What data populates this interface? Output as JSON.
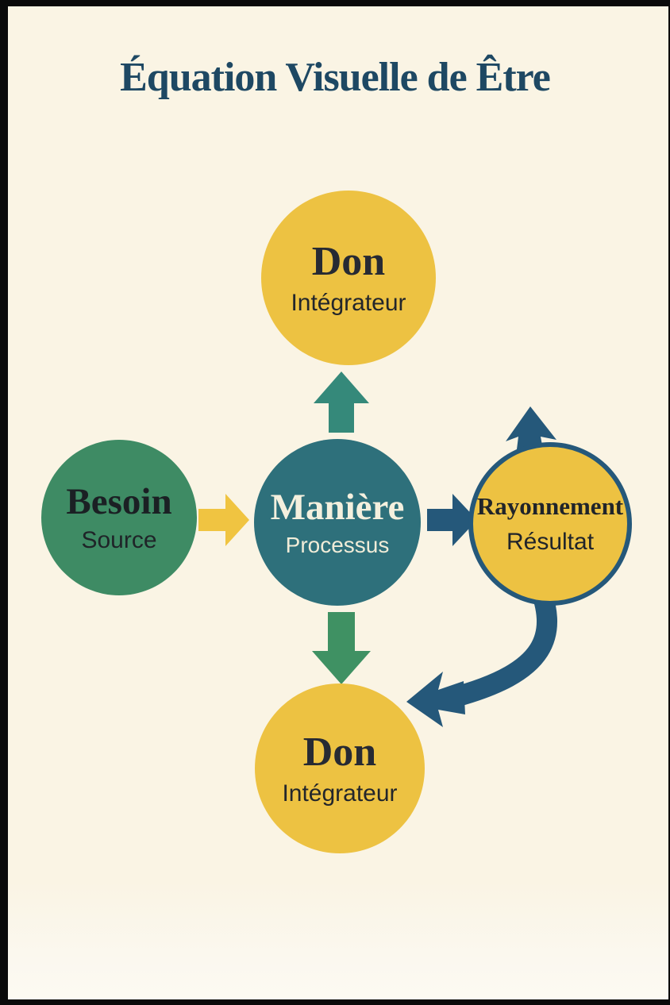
{
  "title": "Équation Visuelle de Être",
  "nodes": {
    "top": {
      "title": "Don",
      "subtitle": "Intégrateur",
      "color": "#edc242",
      "text_color": "#272a33"
    },
    "left": {
      "title": "Besoin",
      "subtitle": "Source",
      "color": "#3e8b64",
      "text_color": "#1b2024"
    },
    "center": {
      "title": "Manière",
      "subtitle": "Processus",
      "color": "#2e707b",
      "text_color": "#f4f0de"
    },
    "right": {
      "title": "Rayonnement",
      "subtitle": "Résultat",
      "color": "#edc242",
      "border_color": "#25587a",
      "text_color": "#20242a"
    },
    "bottom": {
      "title": "Don",
      "subtitle": "Intégrateur",
      "color": "#edc242",
      "text_color": "#272a33"
    }
  },
  "arrows": [
    {
      "name": "besoin-to-maniere",
      "direction": "right",
      "color": "#f0c441"
    },
    {
      "name": "maniere-to-don-top",
      "direction": "up",
      "color": "#35897a"
    },
    {
      "name": "maniere-to-rayonnement",
      "direction": "right",
      "color": "#25587a"
    },
    {
      "name": "maniere-to-don-bottom",
      "direction": "down",
      "color": "#3f9163"
    },
    {
      "name": "rayonnement-to-don-bottom",
      "direction": "curved-down-left",
      "color": "#25587a"
    },
    {
      "name": "rayonnement-emerging-top",
      "direction": "up",
      "color": "#25587a"
    }
  ],
  "colors": {
    "background": "#faf4e4",
    "frame": "#0a0a0a",
    "title": "#1e4863",
    "yellow": "#edc242",
    "green": "#3e8b64",
    "teal": "#2e707b",
    "dark_teal": "#25587a",
    "arrow_green_up": "#35897a",
    "arrow_green_down": "#3f9163",
    "arrow_yellow": "#f0c441"
  }
}
